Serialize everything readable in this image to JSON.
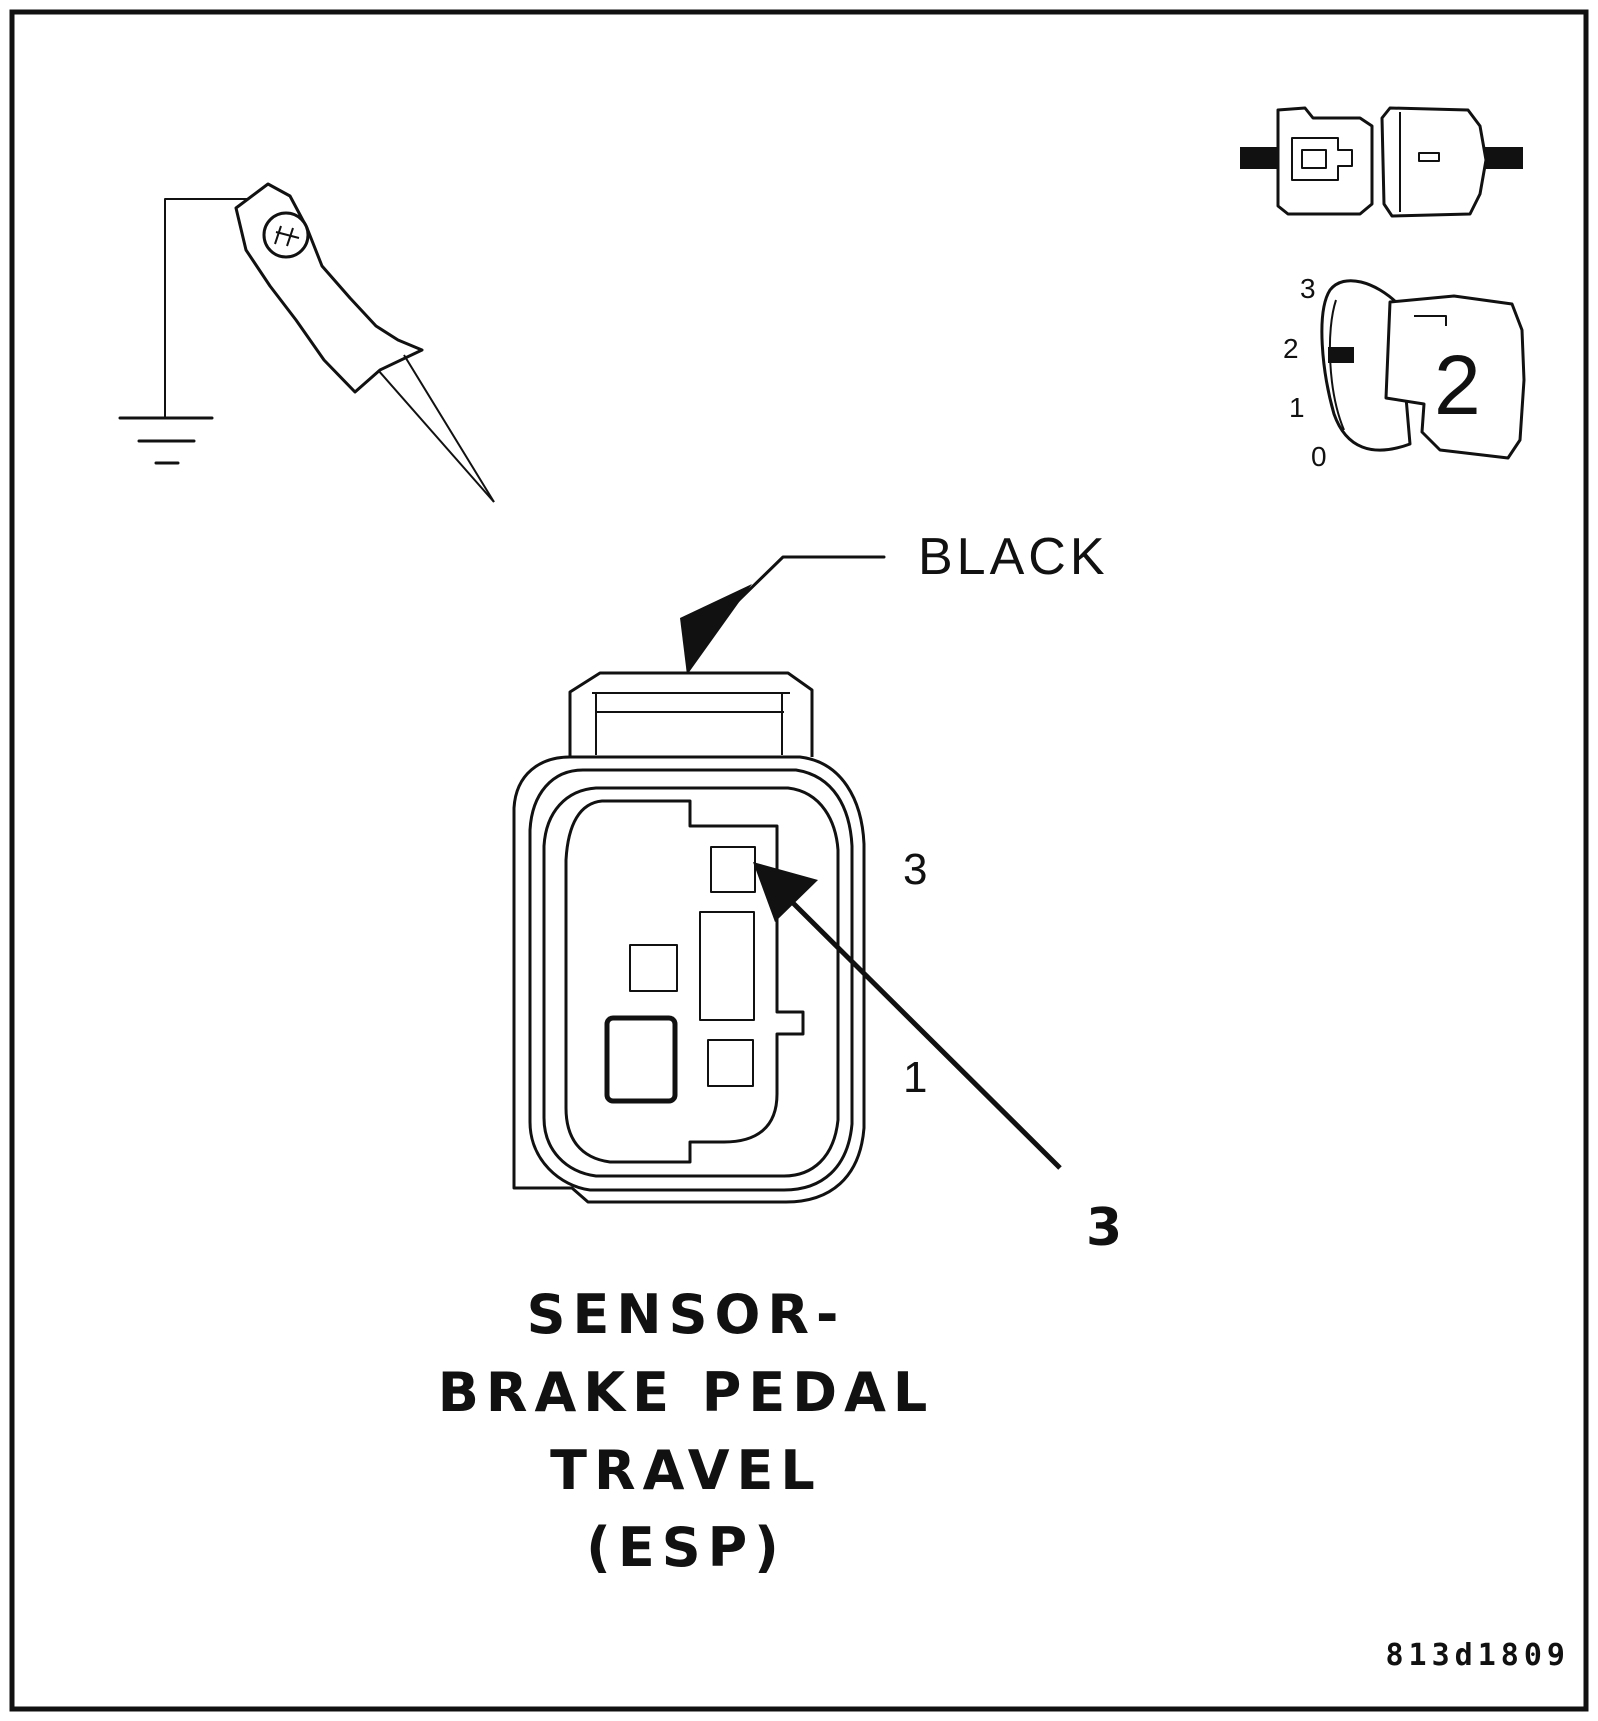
{
  "connector": {
    "color_label": "BLACK",
    "pin_top_label": "3",
    "pin_bottom_label": "1"
  },
  "callout": {
    "number": "3"
  },
  "ignition_icon": {
    "scale_labels": [
      "3",
      "2",
      "1",
      "0"
    ],
    "position": "2"
  },
  "caption": {
    "lines": [
      "SENSOR-",
      "BRAKE PEDAL",
      "TRAVEL",
      "(ESP)"
    ]
  },
  "figure_id": "813d1809",
  "icons": {
    "probe": "ground-probe-icon",
    "disconnect": "connector-disconnected-icon",
    "ignition": "ignition-switch-icon"
  },
  "colors": {
    "ink": "#111111",
    "paper": "#ffffff"
  }
}
